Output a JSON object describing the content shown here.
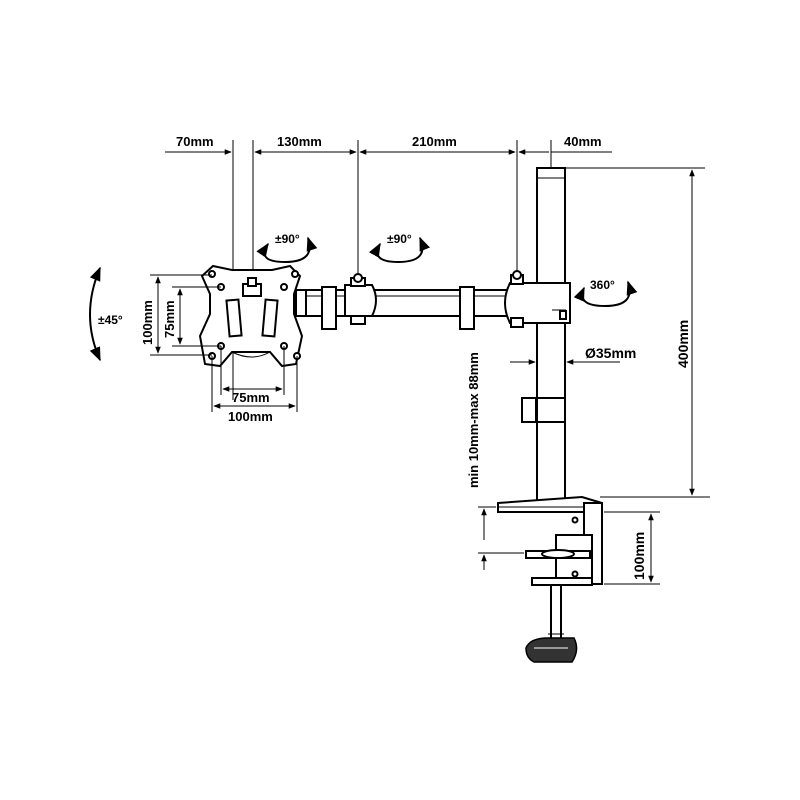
{
  "dimensions": {
    "top_70": "70mm",
    "top_130": "130mm",
    "top_210": "210mm",
    "top_40": "40mm",
    "height_400": "400mm",
    "pole_diameter": "Ø35mm",
    "clamp_range": "min 10mm-max 88mm",
    "clamp_100": "100mm",
    "vesa_h_100": "100mm",
    "vesa_h_75": "75mm",
    "vesa_w_75": "75mm",
    "vesa_w_100": "100mm"
  },
  "rotations": {
    "tilt": "±45°",
    "swivel_head": "±90°",
    "swivel_arm": "±90°",
    "pole_rotation": "360°"
  }
}
